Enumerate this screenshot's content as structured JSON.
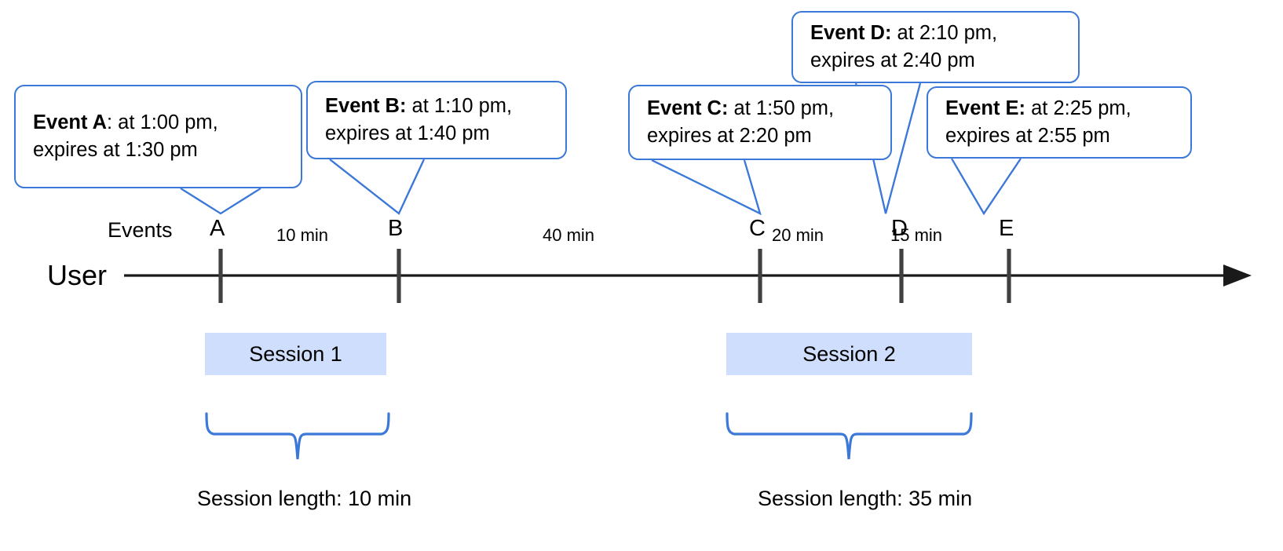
{
  "diagram": {
    "title_axis_label": "User",
    "events_row_label": "Events",
    "callouts": [
      {
        "id": "A",
        "bold": "Event A",
        "sep": ": ",
        "rest": "at 1:00 pm,",
        "line2": "expires at 1:30 pm"
      },
      {
        "id": "B",
        "bold": "Event B:",
        "sep": " ",
        "rest": "at 1:10 pm,",
        "line2": "expires at 1:40 pm"
      },
      {
        "id": "C",
        "bold": "Event C:",
        "sep": " ",
        "rest": "at 1:50 pm,",
        "line2": "expires at 2:20 pm"
      },
      {
        "id": "D",
        "bold": "Event D:",
        "sep": " ",
        "rest": "at 2:10 pm,",
        "line2": "expires at 2:40 pm"
      },
      {
        "id": "E",
        "bold": "Event E:",
        "sep": " ",
        "rest": "at 2:25 pm,",
        "line2": "expires at 2:55 pm"
      }
    ],
    "ticks": [
      {
        "label": "A"
      },
      {
        "label": "B"
      },
      {
        "label": "C"
      },
      {
        "label": "D"
      },
      {
        "label": "E"
      }
    ],
    "durations": [
      {
        "label": "10 min"
      },
      {
        "label": "40 min"
      },
      {
        "label": "20 min"
      },
      {
        "label": "15 min"
      }
    ],
    "sessions": [
      {
        "name": "Session 1",
        "length_label": "Session length: 10 min"
      },
      {
        "name": "Session 2",
        "length_label": "Session length: 35 min"
      }
    ],
    "colors": {
      "callout_border": "#3b78d8",
      "session_fill": "#cfdefc",
      "axis": "#1a1a1a",
      "tick": "#404040",
      "brace": "#3b78d8"
    }
  },
  "chart_data": {
    "type": "timeline",
    "title": "",
    "xlabel": "",
    "ylabel": "",
    "axis_label": "User",
    "events": [
      {
        "name": "A",
        "time": "1:00 pm",
        "expires": "1:30 pm",
        "session": "Session 1"
      },
      {
        "name": "B",
        "time": "1:10 pm",
        "expires": "1:40 pm",
        "session": "Session 1"
      },
      {
        "name": "C",
        "time": "1:50 pm",
        "expires": "2:20 pm",
        "session": "Session 2"
      },
      {
        "name": "D",
        "time": "2:10 pm",
        "expires": "2:40 pm",
        "session": "Session 2"
      },
      {
        "name": "E",
        "time": "2:25 pm",
        "expires": "2:55 pm",
        "session": "Session 2"
      }
    ],
    "gaps": [
      {
        "from": "A",
        "to": "B",
        "label": "10 min",
        "minutes": 10
      },
      {
        "from": "B",
        "to": "C",
        "label": "40 min",
        "minutes": 40
      },
      {
        "from": "C",
        "to": "D",
        "label": "20 min",
        "minutes": 20
      },
      {
        "from": "D",
        "to": "E",
        "label": "15 min",
        "minutes": 15
      }
    ],
    "sessions": [
      {
        "name": "Session 1",
        "events": [
          "A",
          "B"
        ],
        "length_label": "Session length: 10 min",
        "minutes": 10
      },
      {
        "name": "Session 2",
        "events": [
          "C",
          "D",
          "E"
        ],
        "length_label": "Session length: 35 min",
        "minutes": 35
      }
    ],
    "grid": false,
    "legend": "none"
  }
}
